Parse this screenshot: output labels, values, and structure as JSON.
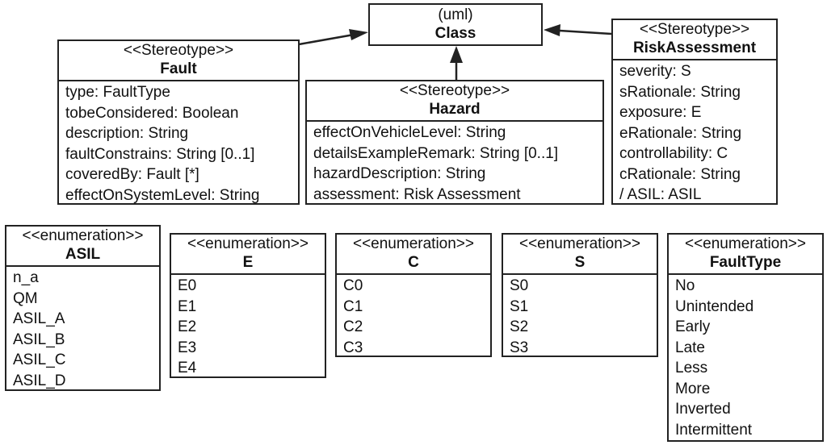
{
  "uml_class": {
    "stereotype": "(uml)",
    "name": "Class"
  },
  "fault": {
    "stereotype": "<<Stereotype>>",
    "name": "Fault",
    "attributes": [
      "type: FaultType",
      "tobeConsidered: Boolean",
      "description: String",
      "faultConstrains: String [0..1]",
      "coveredBy: Fault [*]",
      "effectOnSystemLevel: String"
    ]
  },
  "hazard": {
    "stereotype": "<<Stereotype>>",
    "name": "Hazard",
    "attributes": [
      "effectOnVehicleLevel: String",
      "detailsExampleRemark: String [0..1]",
      "hazardDescription: String",
      "assessment: Risk Assessment"
    ]
  },
  "risk": {
    "stereotype": "<<Stereotype>>",
    "name": "RiskAssessment",
    "attributes": [
      "severity: S",
      "sRationale: String",
      "exposure: E",
      "eRationale: String",
      "controllability: C",
      "cRationale: String",
      "/ ASIL: ASIL"
    ]
  },
  "enum_asil": {
    "stereotype": "<<enumeration>>",
    "name": "ASIL",
    "literals": [
      "n_a",
      "QM",
      "ASIL_A",
      "ASIL_B",
      "ASIL_C",
      "ASIL_D"
    ]
  },
  "enum_e": {
    "stereotype": "<<enumeration>>",
    "name": "E",
    "literals": [
      "E0",
      "E1",
      "E2",
      "E3",
      "E4"
    ]
  },
  "enum_c": {
    "stereotype": "<<enumeration>>",
    "name": "C",
    "literals": [
      "C0",
      "C1",
      "C2",
      "C3"
    ]
  },
  "enum_s": {
    "stereotype": "<<enumeration>>",
    "name": "S",
    "literals": [
      "S0",
      "S1",
      "S2",
      "S3"
    ]
  },
  "enum_faulttype": {
    "stereotype": "<<enumeration>>",
    "name": "FaultType",
    "literals": [
      "No",
      "Unintended",
      "Early",
      "Late",
      "Less",
      "More",
      "Inverted",
      "Intermittent"
    ]
  }
}
